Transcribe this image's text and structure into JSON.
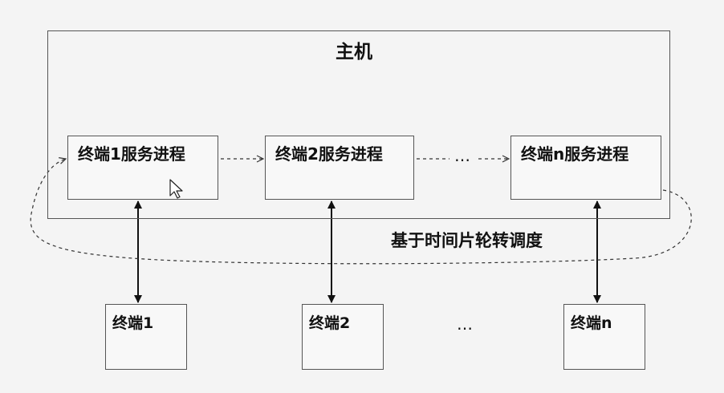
{
  "host": {
    "title": "主机"
  },
  "processes": [
    {
      "label": "终端1服务进程"
    },
    {
      "label": "终端2服务进程"
    },
    {
      "label": "终端n服务进程"
    }
  ],
  "process_ellipsis": "…",
  "terminals": [
    {
      "label": "终端1"
    },
    {
      "label": "终端2"
    },
    {
      "label": "终端n"
    }
  ],
  "terminal_ellipsis": "…",
  "schedule_label": "基于时间片轮转调度",
  "cursor_icon": "mouse-pointer-icon",
  "colors": {
    "line": "#222222",
    "box_border": "#555555",
    "background": "#f4f4f4"
  }
}
